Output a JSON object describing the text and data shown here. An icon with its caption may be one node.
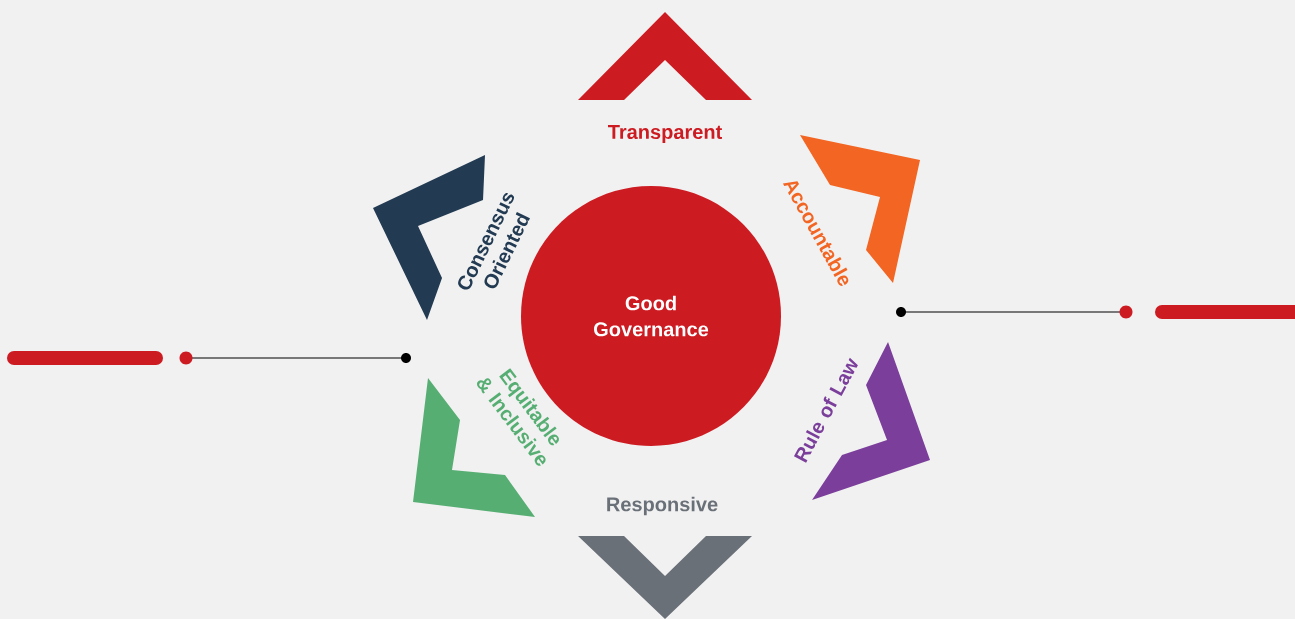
{
  "diagram": {
    "nodes": [
      {
        "text": [
          "Good Governance"
        ]
      },
      {
        "text": [
          "Transparent"
        ]
      },
      {
        "text": [
          "Accountable"
        ]
      },
      {
        "text": [
          "Rule of Law"
        ]
      },
      {
        "text": [
          "Responsive"
        ]
      },
      {
        "text": [
          "Equitable & Inclusive"
        ]
      },
      {
        "text": [
          "Consensus Oriented"
        ]
      }
    ]
  }
}
